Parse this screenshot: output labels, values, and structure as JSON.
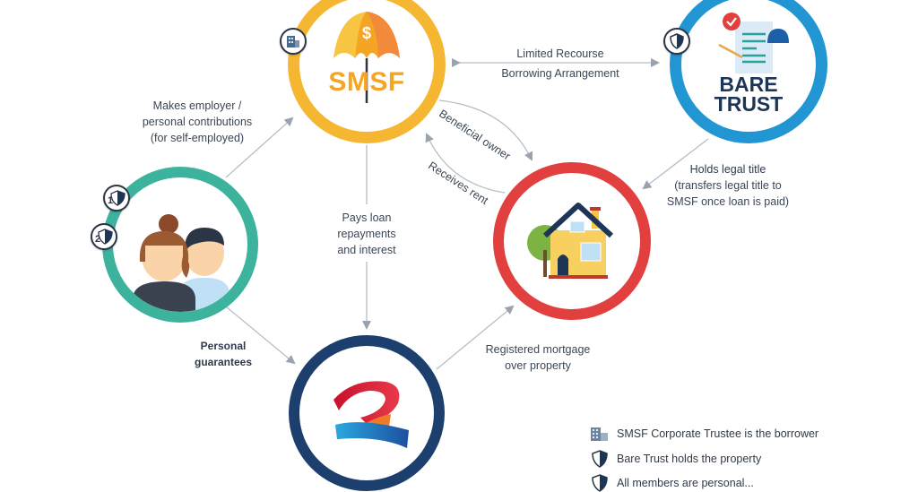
{
  "diagram": {
    "title": "SMSF Limited Recourse Borrowing Arrangement structure",
    "nodes": {
      "smsf": {
        "label": "SMSF",
        "ring_color": "#f5b731",
        "badge_icon": "corporate-building-icon"
      },
      "bare_trust": {
        "label_line1": "BARE",
        "label_line2": "TRUST",
        "ring_color": "#2196d3",
        "badge_icon": "shield-icon"
      },
      "members": {
        "ring_color": "#3db39e",
        "badges": [
          "1",
          "2"
        ]
      },
      "property": {
        "ring_color": "#e23f3f"
      },
      "lender": {
        "ring_color": "#1d3f6e"
      }
    },
    "edges": {
      "lrba_line1": "Limited Recourse",
      "lrba_line2": "Borrowing Arrangement",
      "contributions_line1": "Makes employer /",
      "contributions_line2": "personal contributions",
      "contributions_line3": "(for self-employed)",
      "beneficial_owner": "Beneficial owner",
      "receives_rent": "Receives rent",
      "holds_title_line1": "Holds legal title",
      "holds_title_line2": "(transfers legal title to",
      "holds_title_line3": "SMSF once loan is paid)",
      "pays_loan_line1": "Pays loan",
      "pays_loan_line2": "repayments",
      "pays_loan_line3": "and interest",
      "guarantees_line1": "Personal",
      "guarantees_line2": "guarantees",
      "mortgage_line1": "Registered mortgage",
      "mortgage_line2": "over property"
    }
  },
  "legend": {
    "items": [
      {
        "icon": "corporate-building-icon",
        "text": "SMSF Corporate Trustee is the borrower"
      },
      {
        "icon": "shield-icon",
        "text": "Bare Trust holds the property"
      },
      {
        "icon": "shield-icon",
        "text": "All members are personal..."
      }
    ]
  }
}
